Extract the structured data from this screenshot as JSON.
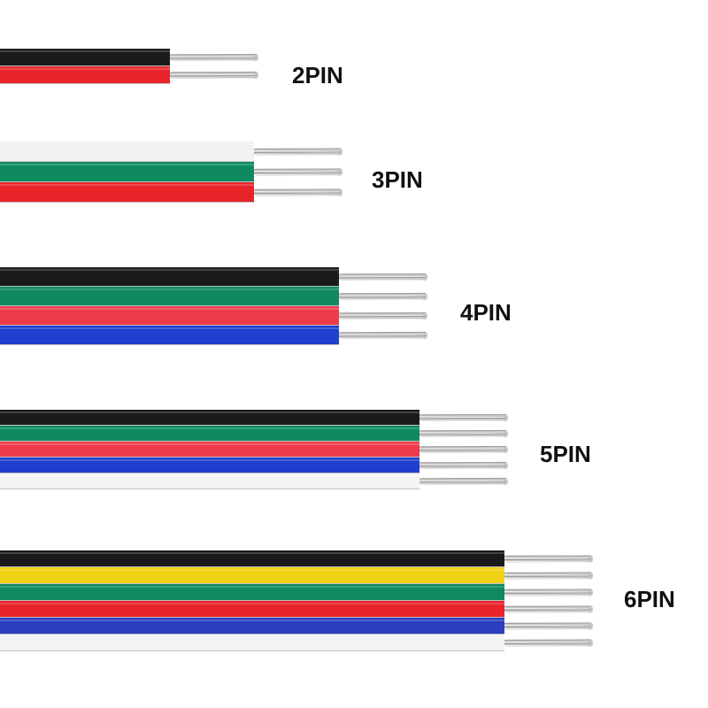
{
  "cables": [
    {
      "label": "2PIN",
      "colors": [
        "#1a1a1a",
        "#e8242a"
      ]
    },
    {
      "label": "3PIN",
      "colors": [
        "#f2f2f2",
        "#0e8a5e",
        "#e8242a"
      ]
    },
    {
      "label": "4PIN",
      "colors": [
        "#1a1a1a",
        "#0e8a5e",
        "#ee3b4a",
        "#1f3fd1"
      ]
    },
    {
      "label": "5PIN",
      "colors": [
        "#1a1a1a",
        "#0e8a5e",
        "#ee3b4a",
        "#1f3fd1",
        "#f4f4f4"
      ]
    },
    {
      "label": "6PIN",
      "colors": [
        "#1a1a1a",
        "#f0d214",
        "#0e8a5e",
        "#e8242a",
        "#2b3fc0",
        "#f4f4f4"
      ]
    }
  ],
  "colors": {
    "background": "#ffffff",
    "copper_strand": "#c9c9c9",
    "copper_highlight": "#ededed",
    "label_text": "#111111"
  }
}
